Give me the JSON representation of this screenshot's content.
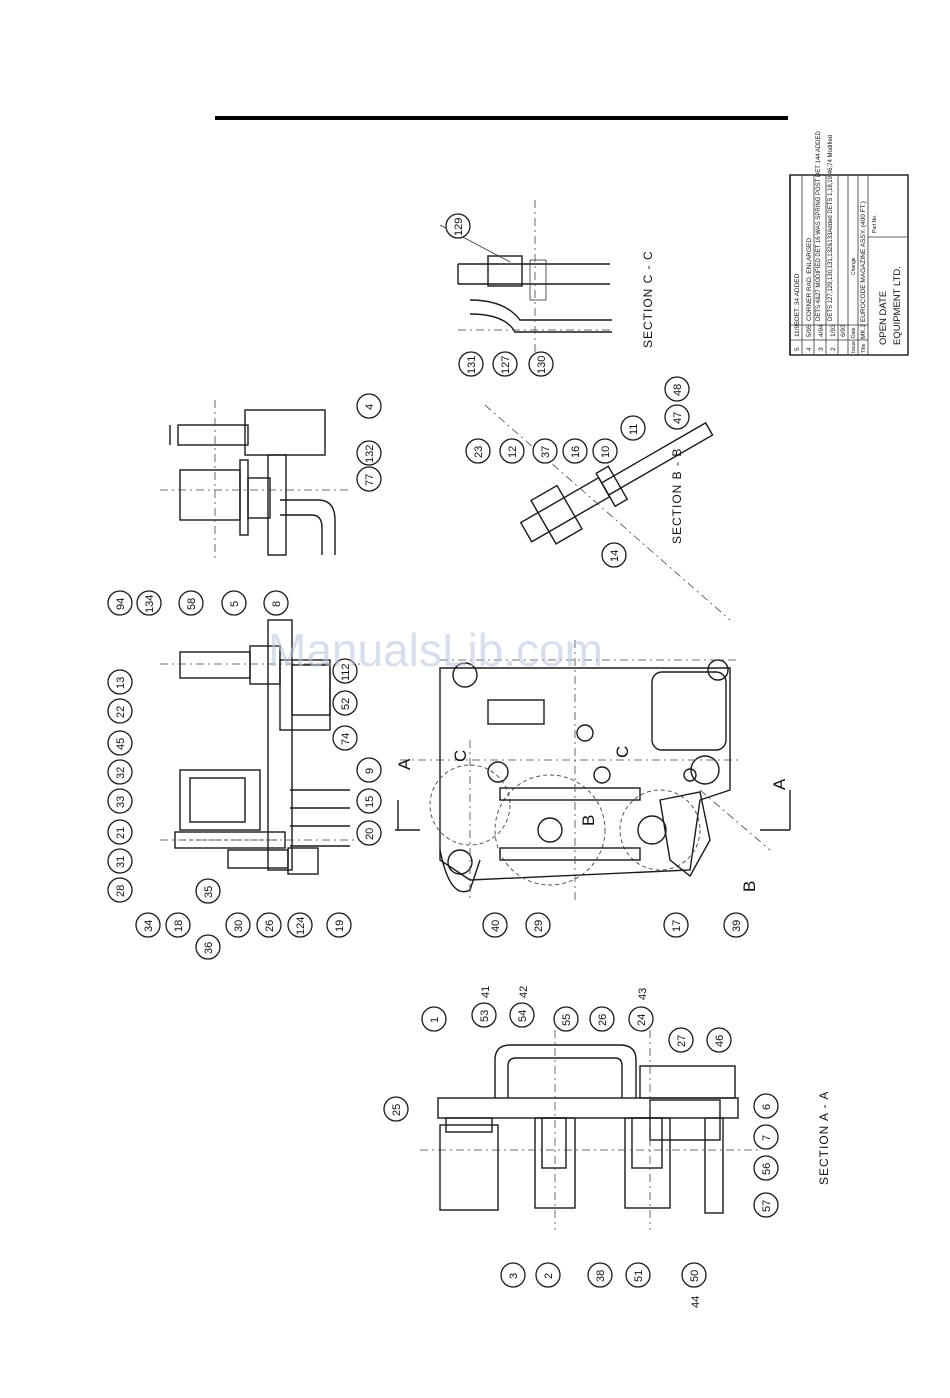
{
  "watermark": "ManualsLib.com",
  "section_labels": {
    "aa": "SECTION A - A",
    "bb": "SECTION B - B",
    "cc": "SECTION C - C",
    "arrow_a_top": "A",
    "arrow_a_bottom": "A",
    "arrow_b": "B",
    "arrow_b_inner": "B",
    "arrow_c_left": "C",
    "arrow_c_right": "C"
  },
  "revision_table": {
    "rows": [
      {
        "issue": "5",
        "date": "11/95",
        "change": "DET. 34 ADDED"
      },
      {
        "issue": "4",
        "date": "5/95",
        "change": "CORNER RAD. ENLARGED"
      },
      {
        "issue": "3",
        "date": "4/94",
        "change": "DETS 4&27 MODIFIED DET 16 WAS SPRING POST DET 144 ADDED"
      },
      {
        "issue": "2",
        "date": "1/93",
        "change": "DETS 127,129,130,131,132&133Added DETS 1,18,19,46,74 Modified"
      },
      {
        "issue": "",
        "date": "6/93",
        "change": ""
      }
    ],
    "header": {
      "issue": "Issue",
      "date": "Date",
      "change": "Change"
    },
    "title_label": "Title",
    "title": "MK.2 EUROCODE MAGAZINE ASSY. (400 FT.)",
    "part_label": "Part No.",
    "company_line1": "OPEN DATE",
    "company_line2": "EQUIPMENT LTD."
  },
  "callouts": {
    "cc": [
      "129",
      "131",
      "127",
      "130"
    ],
    "bb": [
      "23",
      "12",
      "37",
      "16",
      "10",
      "11",
      "47",
      "48",
      "14"
    ],
    "top": [
      "4",
      "132",
      "77"
    ],
    "left": [
      "94",
      "134",
      "58",
      "5",
      "8",
      "112",
      "52",
      "74",
      "9",
      "15",
      "20",
      "13",
      "22",
      "45",
      "32",
      "33",
      "21",
      "31",
      "28",
      "34",
      "18",
      "36",
      "35",
      "30",
      "26",
      "124",
      "19"
    ],
    "mid": [
      "40",
      "29",
      "17",
      "39"
    ],
    "aa": [
      "1",
      "53",
      "41",
      "54",
      "42",
      "55",
      "26",
      "24",
      "43",
      "27",
      "46",
      "6",
      "7",
      "56",
      "57",
      "25",
      "3",
      "2",
      "38",
      "51",
      "50",
      "44"
    ]
  }
}
